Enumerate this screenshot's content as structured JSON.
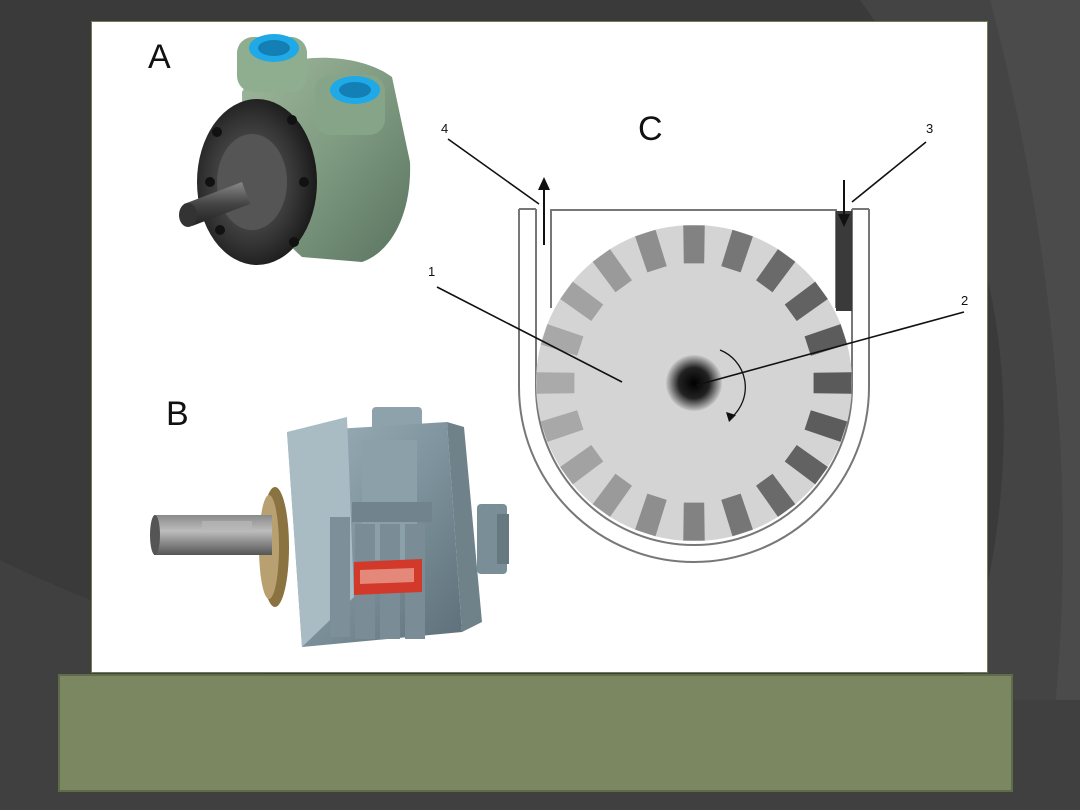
{
  "slide": {
    "colors": {
      "background": "#3a3a3a",
      "caption_box": "#7a8760",
      "panel": "#ffffff"
    }
  },
  "figure": {
    "label_a": "A",
    "label_b": "B",
    "label_c": "C",
    "callouts": [
      "1",
      "2",
      "3",
      "4"
    ]
  },
  "caption": ""
}
